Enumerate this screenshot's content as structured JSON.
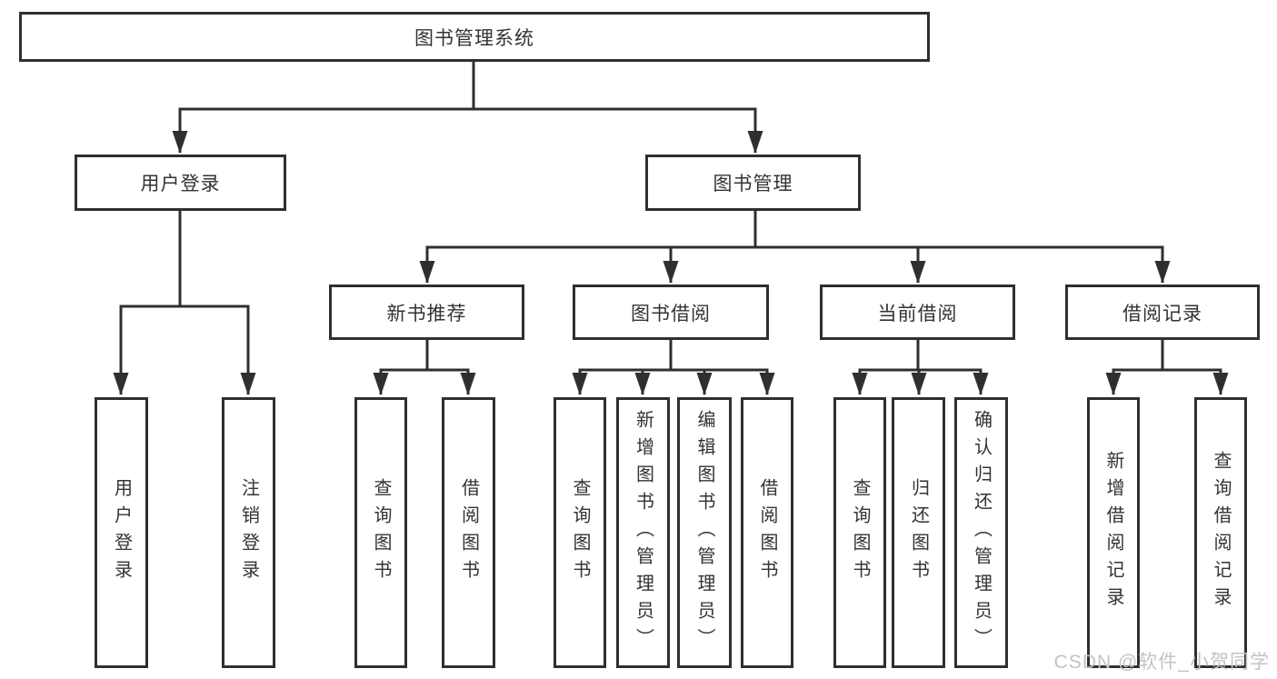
{
  "diagram": {
    "root": {
      "label": "图书管理系统"
    },
    "level2": [
      {
        "label": "用户登录",
        "parent": "图书管理系统"
      },
      {
        "label": "图书管理",
        "parent": "图书管理系统"
      }
    ],
    "level3": [
      {
        "label": "新书推荐",
        "parent": "图书管理"
      },
      {
        "label": "图书借阅",
        "parent": "图书管理"
      },
      {
        "label": "当前借阅",
        "parent": "图书管理"
      },
      {
        "label": "借阅记录",
        "parent": "图书管理"
      }
    ],
    "leaves": [
      {
        "label": "用户登录",
        "parent": "用户登录"
      },
      {
        "label": "注销登录",
        "parent": "用户登录"
      },
      {
        "label": "查询图书",
        "parent": "新书推荐"
      },
      {
        "label": "借阅图书",
        "parent": "新书推荐"
      },
      {
        "label": "查询图书",
        "parent": "图书借阅"
      },
      {
        "label": "新增图书（管理员）",
        "parent": "图书借阅"
      },
      {
        "label": "编辑图书（管理员）",
        "parent": "图书借阅"
      },
      {
        "label": "借阅图书",
        "parent": "图书借阅"
      },
      {
        "label": "查询图书",
        "parent": "当前借阅"
      },
      {
        "label": "归还图书",
        "parent": "当前借阅"
      },
      {
        "label": "确认归还（管理员）",
        "parent": "当前借阅"
      },
      {
        "label": "新增借阅记录",
        "parent": "借阅记录"
      },
      {
        "label": "查询借阅记录",
        "parent": "借阅记录"
      }
    ]
  },
  "watermark": {
    "text": "CSDN @软件_小贺同学"
  },
  "colors": {
    "line": "#2f2f2f",
    "box_border": "#2f2f2f",
    "text": "#333333",
    "watermark": "#c3c3c3",
    "background": "#ffffff"
  }
}
